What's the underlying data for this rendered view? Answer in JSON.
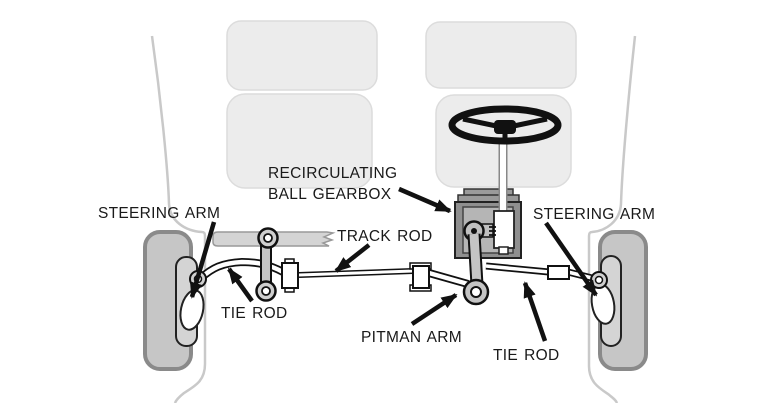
{
  "diagram": {
    "labels": {
      "gearbox_line1": "RECIRCULATING",
      "gearbox_line2": "BALL GEARBOX",
      "steering_arm_left": "STEERING ARM",
      "steering_arm_right": "STEERING ARM",
      "track_rod": "TRACK ROD",
      "tie_rod_left": "TIE ROD",
      "tie_rod_right": "TIE ROD",
      "pitman_arm": "PITMAN ARM"
    },
    "colors": {
      "background": "#ffffff",
      "label_text": "#1a1a1a",
      "seat_fill": "#ececec",
      "seat_border": "#dcdcdc",
      "tire_fill": "#c6c6c6",
      "tire_border": "#8a8a8a",
      "metal_fill": "#c9c9c9",
      "gearbox_fill": "#8f8f8f",
      "gearbox_panel": "#b5b5b5",
      "part_outline": "#1a1a1a",
      "body_line": "#c9c9c9",
      "arrow": "#111111"
    }
  }
}
